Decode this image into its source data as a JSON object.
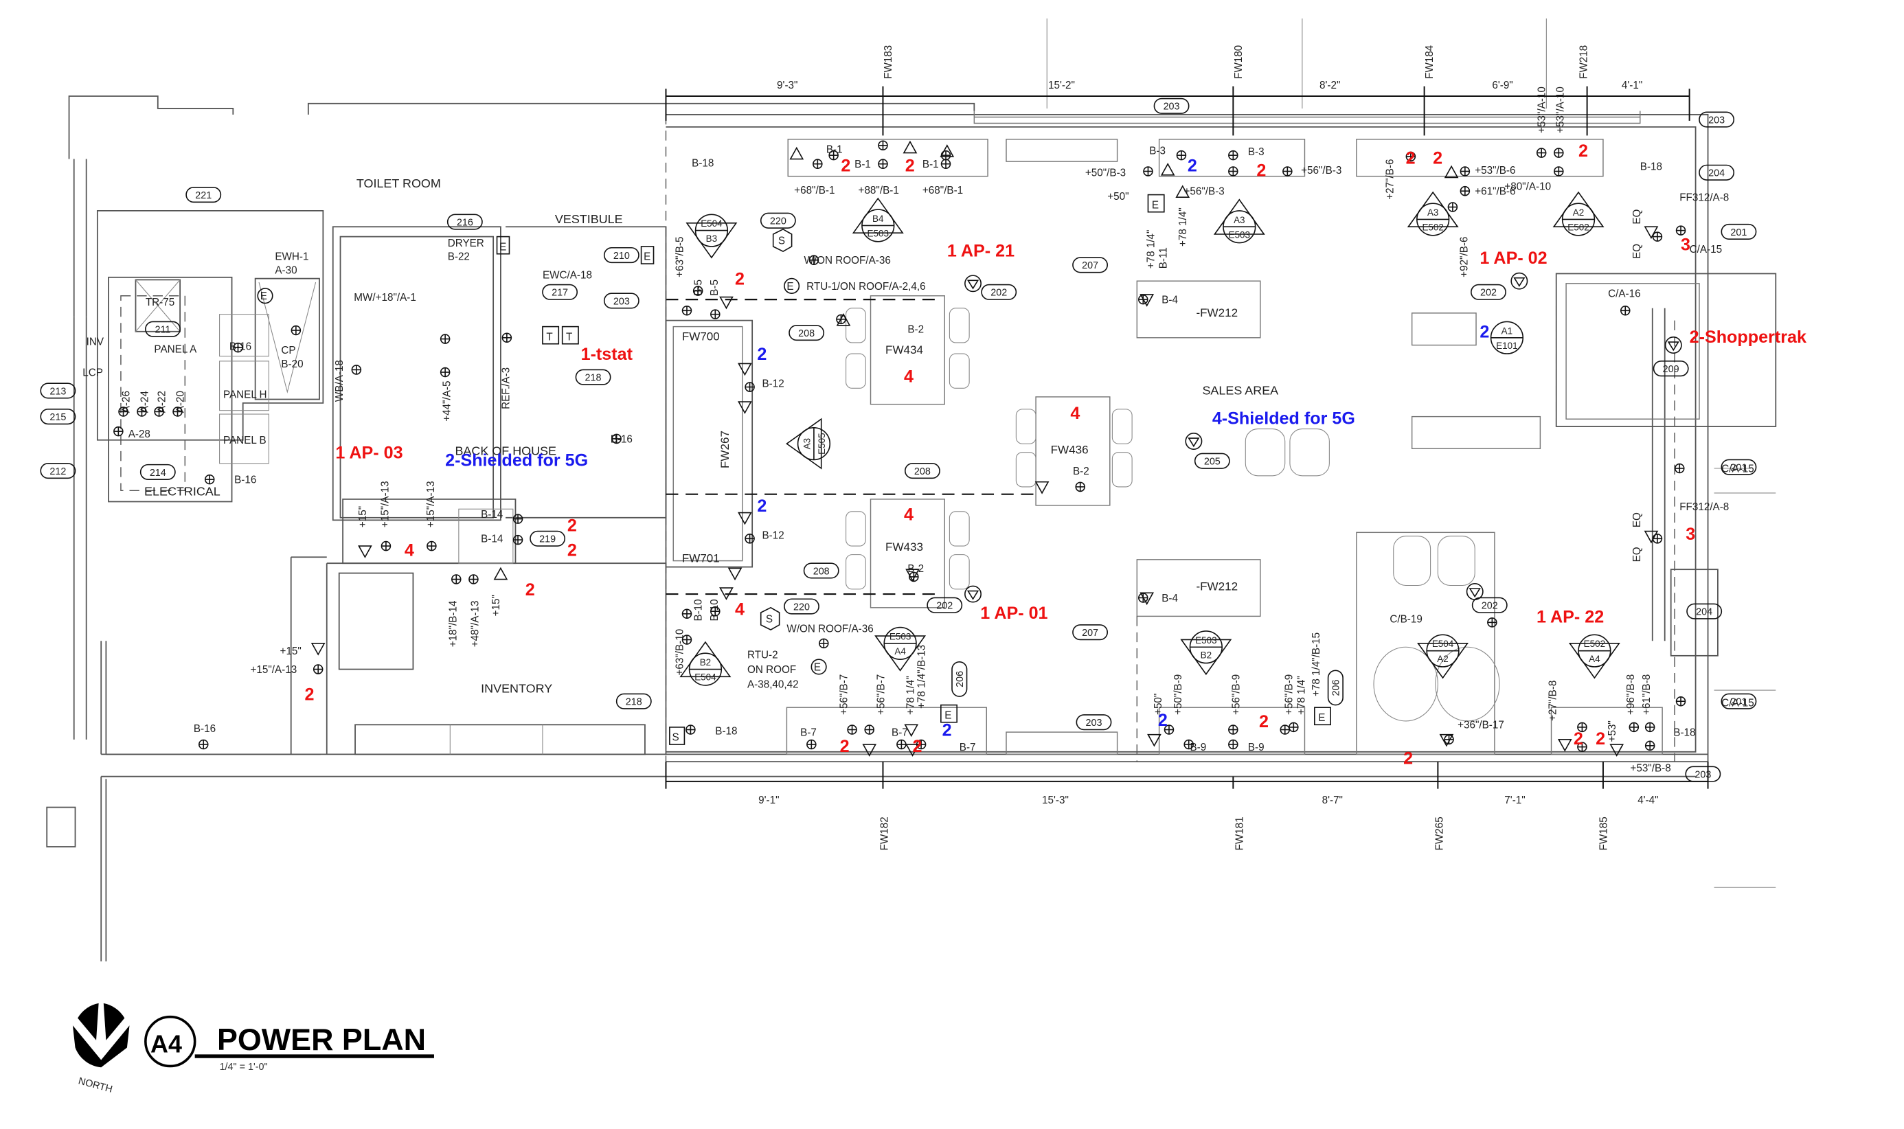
{
  "drawing": {
    "title": "POWER PLAN",
    "detail_number": "A4",
    "scale": "1/4\" = 1'-0\"",
    "north_label": "NORTH"
  },
  "rooms": {
    "toilet_room": "TOILET ROOM",
    "vestibule": "VESTIBULE",
    "back_of_house": "BACK OF HOUSE",
    "electrical": "ELECTRICAL",
    "inventory": "INVENTORY",
    "sales_area": "SALES AREA"
  },
  "equipment": {
    "panel_a": "PANEL A",
    "panel_h": "PANEL H",
    "panel_b": "PANEL B",
    "tr75": "TR-75",
    "inv": "INV",
    "lcp": "LCP",
    "ewh": "EWH-1",
    "ewh_circuit": "A-30",
    "cp": "CP",
    "cp_circuit": "B-20",
    "dryer": "DRYER",
    "dryer_circuit": "B-22",
    "ewc": "EWC/A-18",
    "mw": "MW/+18\"/A-1",
    "wb": "WB/A-18",
    "a44": "+44\"/A-5",
    "ref": "REF./A-3",
    "rtu1": "RTU-1/ON ROOF/A-2,4,6",
    "won_roof_1": "W/ON ROOF/A-36",
    "won_roof_2": "W/ON ROOF/A-36",
    "rtu2_l1": "RTU-2",
    "rtu2_l2": "ON ROOF",
    "rtu2_l3": "A-38,40,42",
    "panel_circuits": [
      "A-26",
      "A-24",
      "A-22",
      "A-20"
    ],
    "a28": "A-28"
  },
  "keynotes": {
    "k221": "221",
    "k211": "211",
    "k216": "216",
    "k217": "217",
    "k210": "210",
    "k203a": "203",
    "k218a": "218",
    "k213": "213",
    "k215": "215",
    "k212": "212",
    "k214": "214",
    "k219": "219",
    "k218b": "218",
    "k220a": "220",
    "k220b": "220",
    "k208a": "208",
    "k208b": "208",
    "k208c": "208",
    "k202a": "202",
    "k202b": "202",
    "k202c": "202",
    "k202d": "202",
    "k203b": "203",
    "k203c": "203",
    "k203d": "203",
    "k203e": "203",
    "k207a": "207",
    "k207b": "207",
    "k205": "205",
    "k209": "209",
    "k204a": "204",
    "k204b": "204",
    "k201a": "201",
    "k201b": "201",
    "k201c": "201",
    "k206a": "206",
    "k206b": "206"
  },
  "walls": {
    "fw183": "FW183",
    "fw180": "FW180",
    "fw184": "FW184",
    "fw218": "FW218",
    "fw182": "FW182",
    "fw181": "FW181",
    "fw265": "FW265",
    "fw185": "FW185",
    "fw700": "FW700",
    "fw701": "FW701",
    "fw267": "FW267",
    "fw434": "FW434",
    "fw433": "FW433",
    "fw436": "FW436",
    "fw212a": "-FW212",
    "fw212b": "-FW212"
  },
  "dimensions": {
    "top": [
      "9'-3\"",
      "15'-2\"",
      "8'-2\"",
      "6'-9\"",
      "4'-1\""
    ],
    "bottom": [
      "9'-1\"",
      "15'-3\"",
      "8'-7\"",
      "7'-1\"",
      "4'-4\""
    ],
    "eq": "EQ"
  },
  "circuits": {
    "b1": "B-1",
    "b1_68a": "+68\"/B-1",
    "b1_88": "+88\"/B-1",
    "b1_68b": "+68\"/B-1",
    "b18": "B-18",
    "b3": "B-3",
    "b3_50": "+50\"/B-3",
    "p50": "+50\"",
    "b3_56a": "+56\"/B-3",
    "b3_56b": "+56\"/B-3",
    "p78a": "+78 1/4\"",
    "b11": "B-11",
    "p78b": "+78 1/4\"",
    "b6_27": "+27\"/B-6",
    "b6_53": "+53\"/B-6",
    "b6_61": "+61\"/B-6",
    "b6_92": "+92\"/B-6",
    "a10_53a": "+53\"/A-10",
    "a10_53b": "+53\"/A-10",
    "a10_80": "+80\"/A-10",
    "ff312": "FF312/A-8",
    "ca15": "C/A-15",
    "ca16": "C/A-16",
    "b5_63": "+63\"/B-5",
    "b5": "B-5",
    "b2": "B-2",
    "b4": "B-4",
    "b12": "B-12",
    "b16": "B-16",
    "b10_63": "+63\"/B-10",
    "b10": "B-10",
    "b7": "B-7",
    "b7_56": "+56\"/B-7",
    "b7_78": "+78 1/4\"",
    "b13_78": "+78 1/4\"/B-13",
    "b9": "B-9",
    "b9_50": "+50\"",
    "b9_50b": "+50\"/B-9",
    "b9_56": "+56\"/B-9",
    "b15_78": "+78 1/4\"/B-15",
    "p78c": "+78 1/4\"",
    "b17": "+36\"/B-17",
    "cb19": "C/B-19",
    "b8_27": "+27\"/B-8",
    "b8_96": "+96\"/B-8",
    "b8_61": "+61\"/B-8",
    "p53": "+53\"",
    "b8_53": "+53\"/B-8",
    "b14": "B-14",
    "b14_18": "+18\"/B-14",
    "a13_48": "+48\"/A-13",
    "p15": "+15\"",
    "a13_15": "+15\"/A-13",
    "e": "E",
    "s": "S",
    "t": "T"
  },
  "fixture_tags": [
    {
      "top": "E504",
      "bottom": "B3"
    },
    {
      "top": "B4",
      "bottom": "E503"
    },
    {
      "top": "A3",
      "bottom": "E503"
    },
    {
      "top": "A3",
      "bottom": "E502"
    },
    {
      "top": "A2",
      "bottom": "E502"
    },
    {
      "top": "A1",
      "bottom": "E101"
    },
    {
      "top": "A3",
      "bottom": "E505"
    },
    {
      "top": "B2",
      "bottom": "E504"
    },
    {
      "top": "E503",
      "bottom": "A4"
    },
    {
      "top": "E503",
      "bottom": "B2"
    },
    {
      "top": "E504",
      "bottom": "A2"
    },
    {
      "top": "E502",
      "bottom": "A4"
    }
  ],
  "markups": {
    "colors": {
      "red": "#ee1111",
      "blue": "#1a1aee"
    },
    "ap21": "1 AP- 21",
    "ap02": "1 AP- 02",
    "ap03": "1 AP- 03",
    "ap01": "1 AP- 01",
    "ap22": "1 AP- 22",
    "tstat": "1-tstat",
    "shoppertrak": "2-Shoppertrak",
    "shielded2": "2-Shielded for 5G",
    "shielded4": "4-Shielded for 5G",
    "n2": "2",
    "n3": "3",
    "n4": "4"
  }
}
